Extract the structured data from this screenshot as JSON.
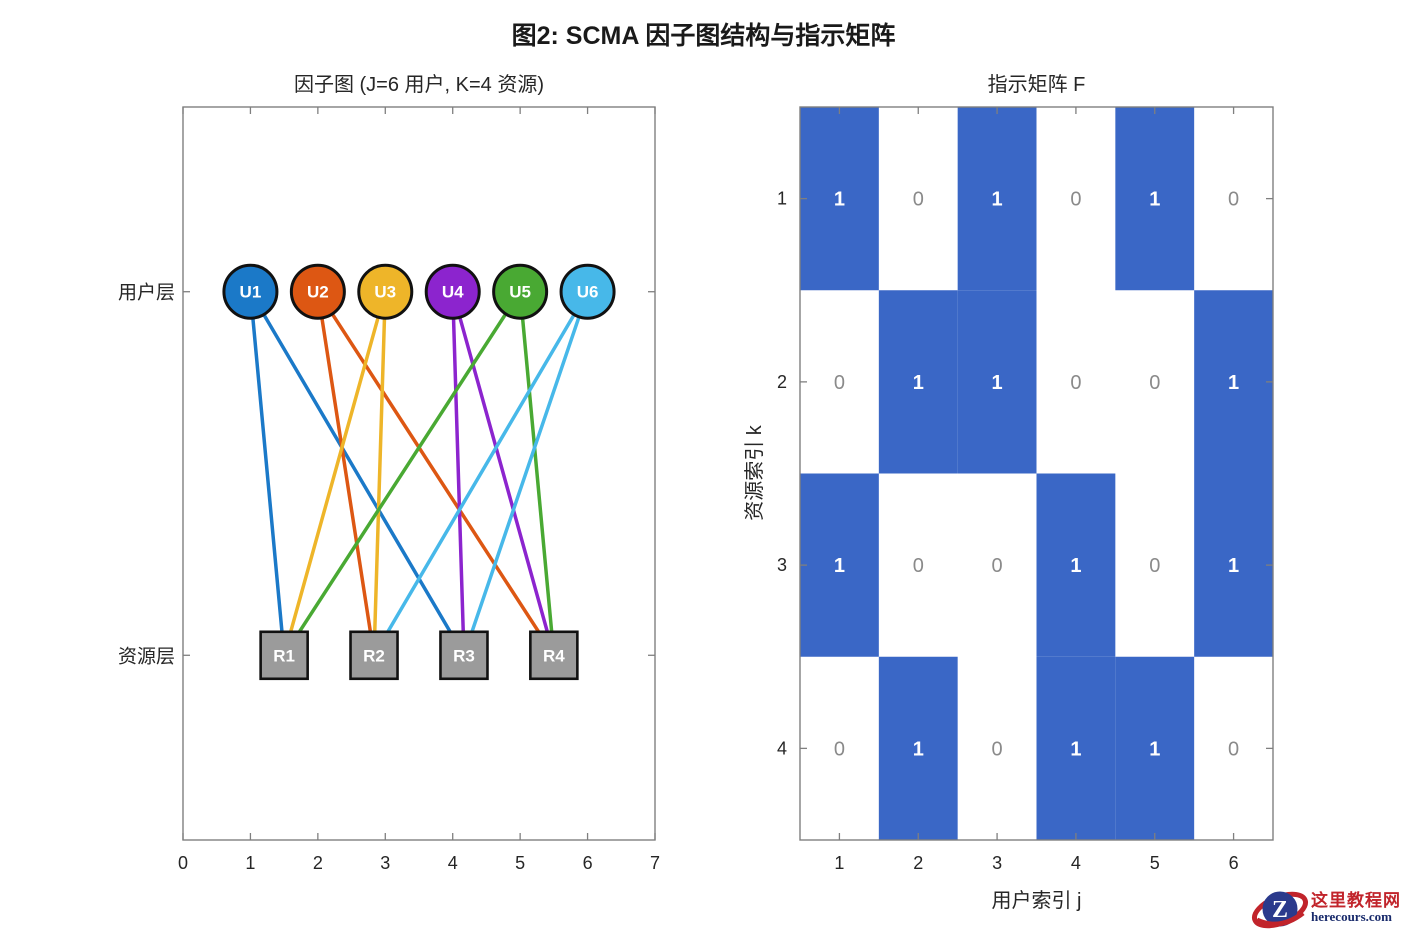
{
  "figure": {
    "main_title": "图2: SCMA 因子图结构与指示矩阵"
  },
  "chart_data": [
    {
      "type": "scatter",
      "subtype": "bipartite-factor-graph",
      "title": "因子图 (J=6 用户, K=4 资源)",
      "xlabel": "",
      "ylabel": "",
      "xlim": [
        0,
        7
      ],
      "ylim": [
        0,
        1
      ],
      "xticks": [
        "0",
        "1",
        "2",
        "3",
        "4",
        "5",
        "6",
        "7"
      ],
      "ytick_labels": [
        "用户层",
        "资源层"
      ],
      "user_layer_y": 0.748,
      "resource_layer_y": 0.252,
      "grid": false,
      "users": [
        {
          "label": "U1",
          "x": 1,
          "color": "#1b79c8"
        },
        {
          "label": "U2",
          "x": 2,
          "color": "#dd5713"
        },
        {
          "label": "U3",
          "x": 3,
          "color": "#eeb529"
        },
        {
          "label": "U4",
          "x": 4,
          "color": "#8c24ce"
        },
        {
          "label": "U5",
          "x": 5,
          "color": "#49a933"
        },
        {
          "label": "U6",
          "x": 6,
          "color": "#47b8e9"
        }
      ],
      "resources": [
        {
          "label": "R1",
          "x": 1.5
        },
        {
          "label": "R2",
          "x": 2.833
        },
        {
          "label": "R3",
          "x": 4.167
        },
        {
          "label": "R4",
          "x": 5.5
        }
      ],
      "resource_fill_color": "#9b9b9b",
      "node_border_color": "#111111",
      "node_text_color": "#ffffff",
      "edges": [
        {
          "from": "U1",
          "to": "R1"
        },
        {
          "from": "U1",
          "to": "R3"
        },
        {
          "from": "U2",
          "to": "R2"
        },
        {
          "from": "U2",
          "to": "R4"
        },
        {
          "from": "U3",
          "to": "R1"
        },
        {
          "from": "U3",
          "to": "R2"
        },
        {
          "from": "U4",
          "to": "R3"
        },
        {
          "from": "U4",
          "to": "R4"
        },
        {
          "from": "U5",
          "to": "R1"
        },
        {
          "from": "U5",
          "to": "R4"
        },
        {
          "from": "U6",
          "to": "R2"
        },
        {
          "from": "U6",
          "to": "R3"
        }
      ]
    },
    {
      "type": "heatmap",
      "title": "指示矩阵 F",
      "xlabel": "用户索引 j",
      "ylabel": "资源索引 k",
      "xticks": [
        "1",
        "2",
        "3",
        "4",
        "5",
        "6"
      ],
      "yticks": [
        "1",
        "2",
        "3",
        "4"
      ],
      "matrix": [
        [
          1,
          0,
          1,
          0,
          1,
          0
        ],
        [
          0,
          1,
          1,
          0,
          0,
          1
        ],
        [
          1,
          0,
          0,
          1,
          0,
          1
        ],
        [
          0,
          1,
          0,
          1,
          1,
          0
        ]
      ],
      "one_color": "#3a67c6",
      "zero_color": "#ffffff",
      "one_text_color": "#ffffff",
      "zero_text_color": "#8a8a8a",
      "axis_color": "#7f7f7f",
      "grid": false,
      "legend": "none"
    }
  ],
  "watermark": {
    "site_name": "这里教程网",
    "site_url": "herecours.com",
    "logo_letter": "Z"
  }
}
